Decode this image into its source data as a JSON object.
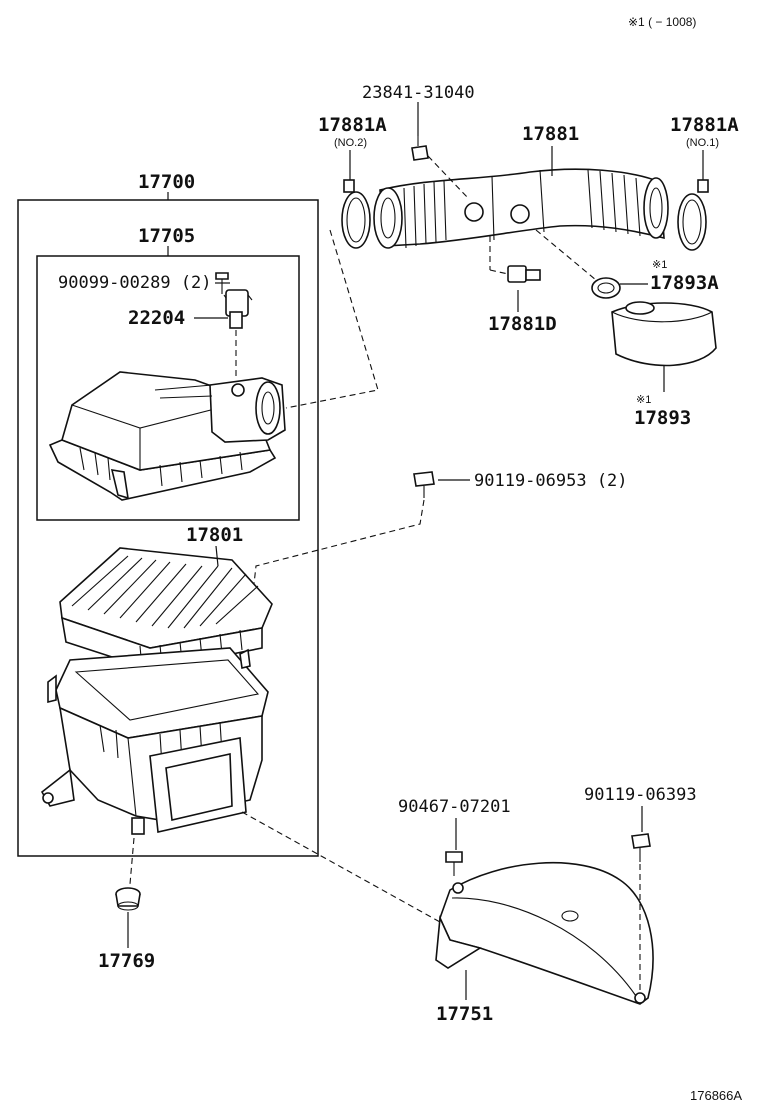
{
  "header_note": "※1 (        − 1008)",
  "figure_id": "176866A",
  "groups": {
    "outer_box": "17700",
    "inner_box": "17705"
  },
  "callouts": {
    "sensor_bolt": "23841-31040",
    "clamp_no2": "17881A",
    "clamp_no2_sub": "(NO.2)",
    "hose": "17881",
    "clamp_no1": "17881A",
    "clamp_no1_sub": "(NO.1)",
    "screw": "90099-00289 (2)",
    "sensor": "22204",
    "clamp_small_mark": "※1",
    "clamp_small": "17893A",
    "fitting": "17881D",
    "resonator_mark": "※1",
    "resonator": "17893",
    "bolt_top": "90119-06953 (2)",
    "filter": "17801",
    "clip": "90467-07201",
    "bolt_bottom": "90119-06393",
    "grommet": "17769",
    "duct": "17751"
  }
}
